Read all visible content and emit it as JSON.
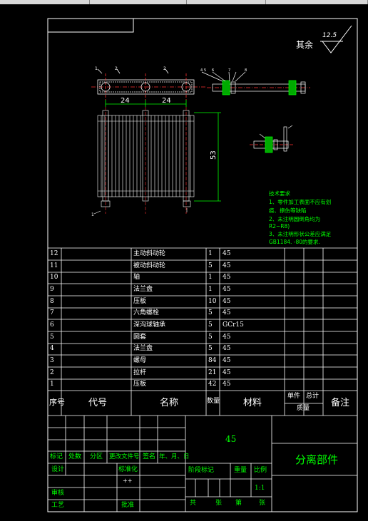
{
  "roughness": {
    "label": "其余",
    "value": "12.5"
  },
  "dimensions": {
    "pitch_1": "24",
    "pitch_2": "24",
    "height": "53"
  },
  "part_callouts": [
    "1",
    "2",
    "2",
    "4",
    "5",
    "6",
    "7",
    "8"
  ],
  "technical_requirements": {
    "title": "技术要求",
    "items": [
      "1、零件加工表面不应有划",
      "痕、擦伤等缺陷",
      "2、未注明圆倒角均为",
      "R2~R8)",
      "3、未注明形状公差应满足",
      "GB1184. -80的要求."
    ]
  },
  "bom": {
    "rows": [
      {
        "seq": "12",
        "name": "主动斜动轮",
        "qty": "1",
        "material": "45"
      },
      {
        "seq": "11",
        "name": "被动斜动轮",
        "qty": "5",
        "material": "45"
      },
      {
        "seq": "10",
        "name": "轴",
        "qty": "1",
        "material": "45"
      },
      {
        "seq": "9",
        "name": "法兰盘",
        "qty": "1",
        "material": "45"
      },
      {
        "seq": "8",
        "name": "压板",
        "qty": "10",
        "material": "45"
      },
      {
        "seq": "7",
        "name": "六角螺栓",
        "qty": "5",
        "material": "45"
      },
      {
        "seq": "6",
        "name": "深沟球轴承",
        "qty": "5",
        "material": "GCr15"
      },
      {
        "seq": "5",
        "name": "圆套",
        "qty": "5",
        "material": "45"
      },
      {
        "seq": "4",
        "name": "法兰盘",
        "qty": "5",
        "material": "45"
      },
      {
        "seq": "3",
        "name": "螺母",
        "qty": "84",
        "material": "45"
      },
      {
        "seq": "2",
        "name": "拉杆",
        "qty": "21",
        "material": "45"
      },
      {
        "seq": "1",
        "name": "压板",
        "qty": "42",
        "material": "45"
      }
    ],
    "header": {
      "seq": "序号",
      "code": "代号",
      "name": "名称",
      "qty": "数量",
      "material": "材料",
      "unit": "单件",
      "total": "总计",
      "weight": "质量",
      "remarks": "备注"
    }
  },
  "title_block": {
    "material": "45",
    "drawing_name": "分离部件",
    "labels": {
      "mark": "标记",
      "count": "处数",
      "zone": "分区",
      "change_doc": "更改文件号",
      "sign": "签名",
      "date": "年、月、日",
      "design": "设计",
      "standardize": "标准化",
      "review": "审核",
      "process": "工艺",
      "approve": "批准",
      "stage_mark": "阶段标记",
      "weight": "重量",
      "scale": "比例",
      "std_mark": "++"
    },
    "scale_value": "1:1",
    "sheets": {
      "total": "共",
      "zhang1": "张",
      "page": "第",
      "zhang2": "张"
    }
  }
}
